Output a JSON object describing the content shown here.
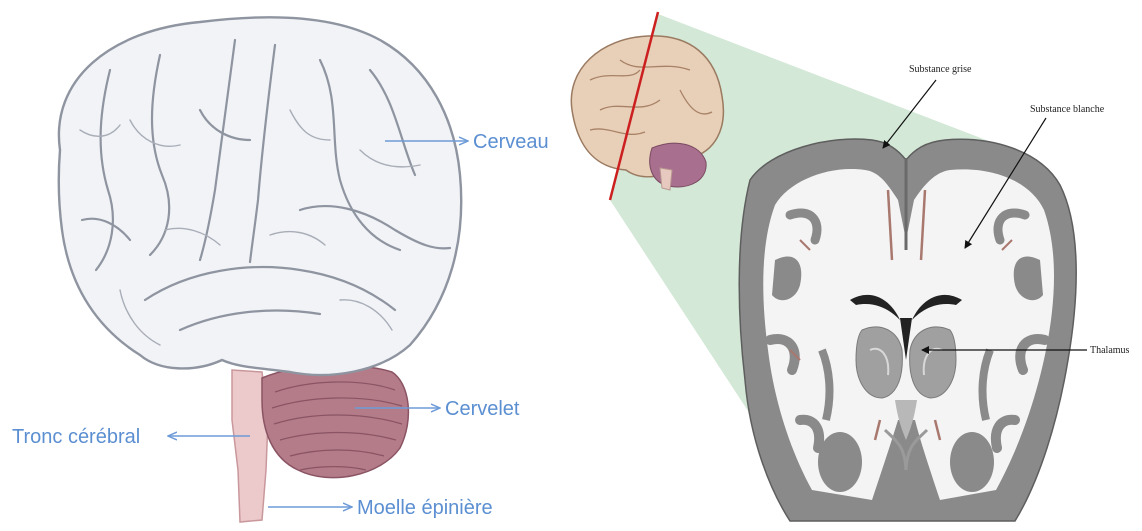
{
  "left_panel": {
    "labels": {
      "cerveau": "Cerveau",
      "cervelet": "Cervelet",
      "tronc": "Tronc cérébral",
      "moelle": "Moelle épinière"
    }
  },
  "right_panel": {
    "labels": {
      "substance_grise": "Substance grise",
      "substance_blanche": "Substance blanche",
      "thalamus": "Thalamus"
    }
  },
  "colors": {
    "label_blue": "#5b8fd1",
    "brain_fill": "#f2f3f6",
    "cerebellum": "#b47c88",
    "brainstem": "#e8c4c6",
    "grey_matter": "#8a8a8a",
    "section_shade": "#d3e8d6",
    "cut_line": "#cc1f1f"
  }
}
